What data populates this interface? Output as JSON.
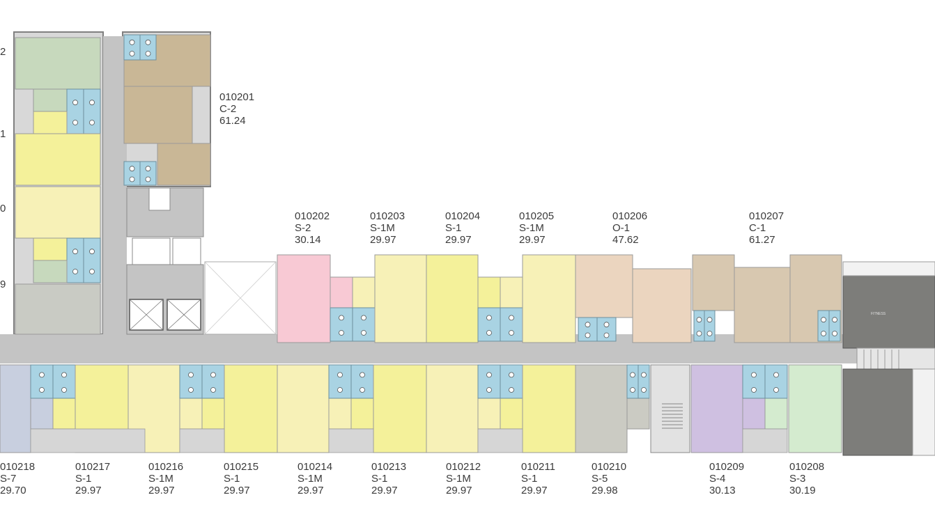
{
  "colors": {
    "corridor": "#c4c4c4",
    "wall": "#9a9a9a",
    "bath": "#a9d3e3",
    "S-1": "#f4f19a",
    "S-1M": "#f7f1b7",
    "S-2": "#f8c9d4",
    "S-3": "#d4ebcf",
    "S-4": "#cfc0e1",
    "S-5": "#cbcbc3",
    "S-7": "#c8cfdf",
    "C-1": "#d8c8b0",
    "C-2": "#c9b796",
    "O-1": "#ebd5bf",
    "green-room": "#c7d9bd",
    "grey-room": "#c9cbc4",
    "fitness": "#7d7d7a"
  },
  "fitness_label": "FITNESS",
  "edge_numbers": [
    "2",
    "1",
    "0",
    "9"
  ],
  "units": {
    "u010201": {
      "id": "010201",
      "type": "C-2",
      "area": "61.24"
    },
    "u010202": {
      "id": "010202",
      "type": "S-2",
      "area": "30.14"
    },
    "u010203": {
      "id": "010203",
      "type": "S-1M",
      "area": "29.97"
    },
    "u010204": {
      "id": "010204",
      "type": "S-1",
      "area": "29.97"
    },
    "u010205": {
      "id": "010205",
      "type": "S-1M",
      "area": "29.97"
    },
    "u010206": {
      "id": "010206",
      "type": "O-1",
      "area": "47.62"
    },
    "u010207": {
      "id": "010207",
      "type": "C-1",
      "area": "61.27"
    },
    "u010208": {
      "id": "010208",
      "type": "S-3",
      "area": "30.19"
    },
    "u010209": {
      "id": "010209",
      "type": "S-4",
      "area": "30.13"
    },
    "u010210": {
      "id": "010210",
      "type": "S-5",
      "area": "29.98"
    },
    "u010211": {
      "id": "010211",
      "type": "S-1",
      "area": "29.97"
    },
    "u010212": {
      "id": "010212",
      "type": "S-1M",
      "area": "29.97"
    },
    "u010213": {
      "id": "010213",
      "type": "S-1",
      "area": "29.97"
    },
    "u010214": {
      "id": "010214",
      "type": "S-1M",
      "area": "29.97"
    },
    "u010215": {
      "id": "010215",
      "type": "S-1",
      "area": "29.97"
    },
    "u010216": {
      "id": "010216",
      "type": "S-1M",
      "area": "29.97"
    },
    "u010217": {
      "id": "010217",
      "type": "S-1",
      "area": "29.97"
    },
    "u010218": {
      "id": "010218",
      "type": "S-7",
      "area": "29.70"
    }
  }
}
